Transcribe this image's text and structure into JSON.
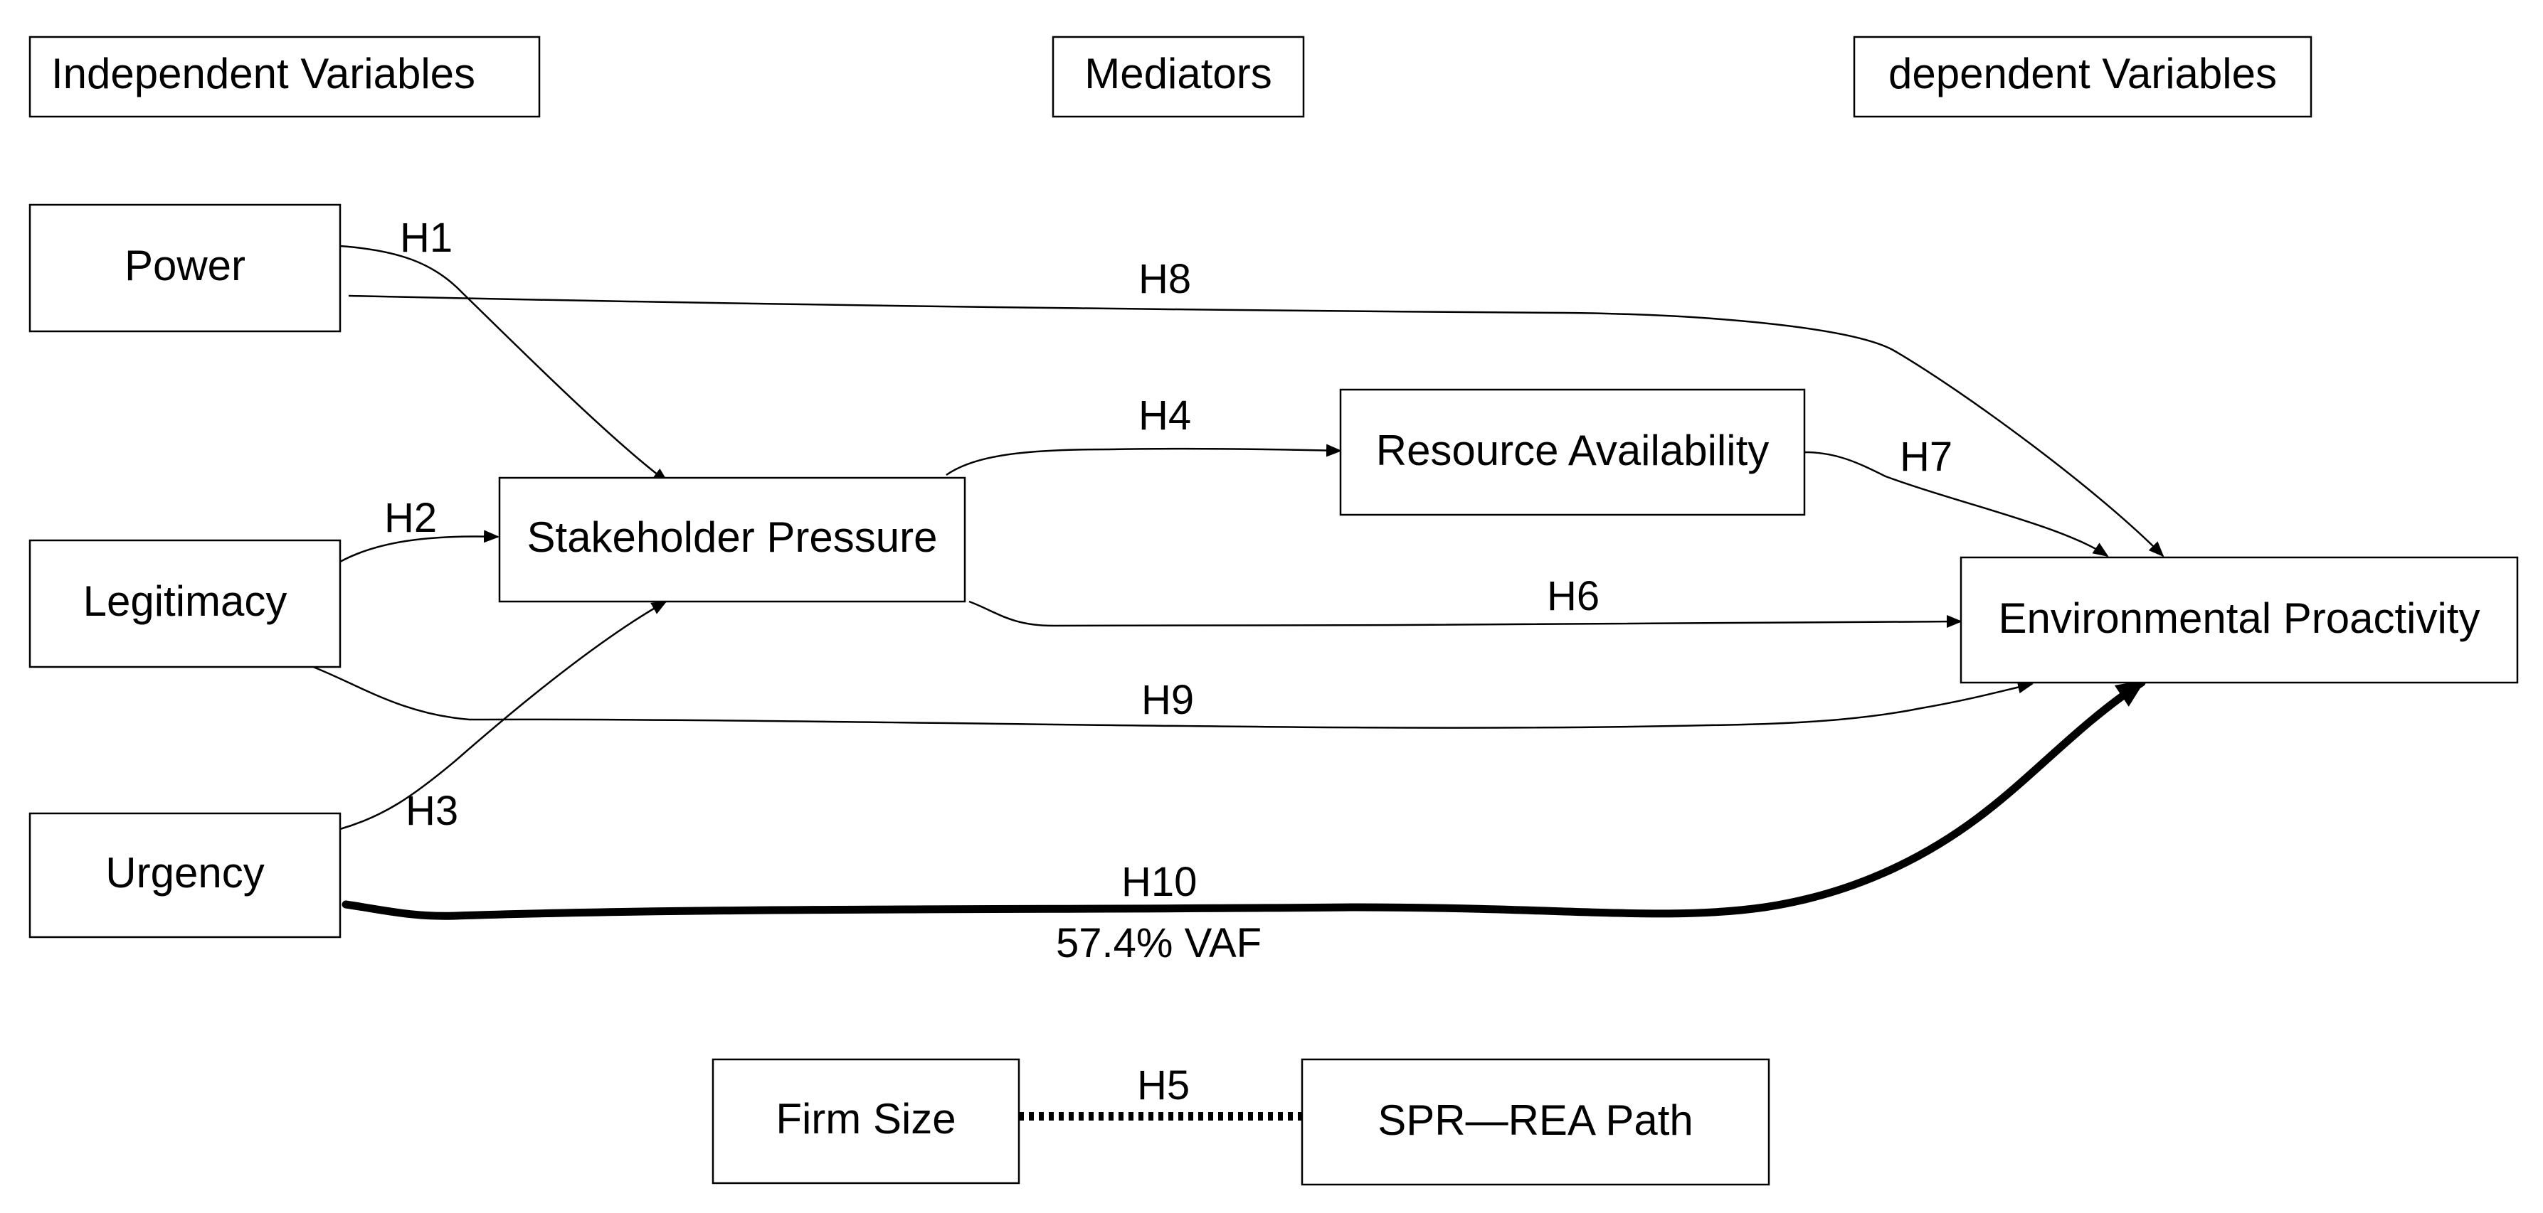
{
  "headers": {
    "independent": "Independent Variables",
    "mediators": "Mediators",
    "dependent": "dependent Variables"
  },
  "nodes": {
    "power": "Power",
    "legitimacy": "Legitimacy",
    "urgency": "Urgency",
    "stakeholder_pressure": "Stakeholder Pressure",
    "resource_availability": "Resource Availability",
    "environmental_proactivity": "Environmental Proactivity",
    "firm_size": "Firm Size",
    "spr_rea_path": "SPR—REA Path"
  },
  "edges": {
    "h1": "H1",
    "h2": "H2",
    "h3": "H3",
    "h4": "H4",
    "h5": "H5",
    "h6": "H6",
    "h7": "H7",
    "h8": "H8",
    "h9": "H9",
    "h10": "H10",
    "h10_note": "57.4% VAF"
  },
  "colors": {
    "line": "#000000",
    "box_border": "#000000",
    "background": "#ffffff"
  }
}
